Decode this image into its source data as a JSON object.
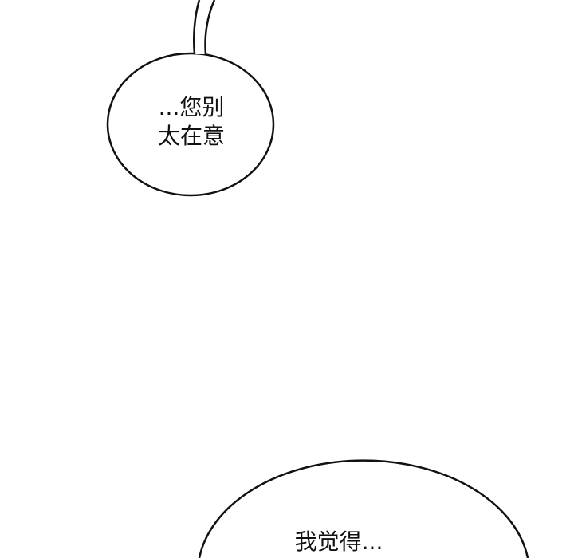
{
  "panel": {
    "bubble_top": {
      "lines": [
        "...您别",
        "太在意"
      ]
    },
    "bubble_bottom": {
      "lines": [
        "我觉得..."
      ]
    },
    "colors": {
      "background": "#ffffff",
      "ink": "#111111"
    }
  }
}
